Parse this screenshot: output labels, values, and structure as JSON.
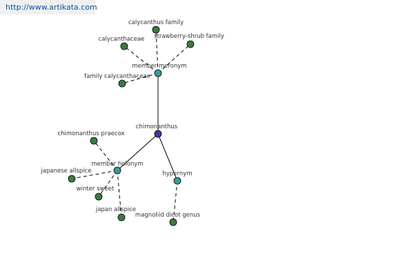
{
  "source": {
    "text": "http://www.artikata.com"
  },
  "colors": {
    "center_node": "#3d3d99",
    "relation_node": "#3d9999",
    "leaf_node": "#3d7a3d",
    "node_outline": "#000000"
  },
  "nodes": [
    {
      "id": "chimonanthus",
      "label": "chimonanthus",
      "kind": "center"
    },
    {
      "id": "member-meronym",
      "label": "member meronym",
      "kind": "relation"
    },
    {
      "id": "member-holonym",
      "label": "member holonym",
      "kind": "relation"
    },
    {
      "id": "hypernym",
      "label": "hypernym",
      "kind": "relation"
    },
    {
      "id": "calycanthus-family",
      "label": "calycanthus family",
      "kind": "leaf"
    },
    {
      "id": "calycanthaceae",
      "label": "calycanthaceae",
      "kind": "leaf"
    },
    {
      "id": "strawberry-shrub-family",
      "label": "strawberry-shrub family",
      "kind": "leaf"
    },
    {
      "id": "family-calycanthaceae",
      "label": "family calycanthaceae",
      "kind": "leaf"
    },
    {
      "id": "chimonanthus-praecox",
      "label": "chimonanthus praecox",
      "kind": "leaf"
    },
    {
      "id": "japanese-allspice",
      "label": "japanese allspice",
      "kind": "leaf"
    },
    {
      "id": "winter-sweet",
      "label": "winter sweet",
      "kind": "leaf"
    },
    {
      "id": "japan-allspice",
      "label": "japan allspice",
      "kind": "leaf"
    },
    {
      "id": "magnoliid-dicot-genus",
      "label": "magnoliid dicot genus",
      "kind": "leaf"
    }
  ],
  "edges": [
    {
      "from": "chimonanthus",
      "to": "member-meronym",
      "style": "solid"
    },
    {
      "from": "chimonanthus",
      "to": "member-holonym",
      "style": "solid"
    },
    {
      "from": "chimonanthus",
      "to": "hypernym",
      "style": "solid"
    },
    {
      "from": "member-meronym",
      "to": "calycanthus-family",
      "style": "dashed"
    },
    {
      "from": "member-meronym",
      "to": "calycanthaceae",
      "style": "dashed"
    },
    {
      "from": "member-meronym",
      "to": "strawberry-shrub-family",
      "style": "dashed"
    },
    {
      "from": "member-meronym",
      "to": "family-calycanthaceae",
      "style": "dashed"
    },
    {
      "from": "member-holonym",
      "to": "chimonanthus-praecox",
      "style": "dashed"
    },
    {
      "from": "member-holonym",
      "to": "japanese-allspice",
      "style": "dashed"
    },
    {
      "from": "member-holonym",
      "to": "winter-sweet",
      "style": "dashed"
    },
    {
      "from": "member-holonym",
      "to": "japan-allspice",
      "style": "dashed"
    },
    {
      "from": "hypernym",
      "to": "magnoliid-dicot-genus",
      "style": "dashed"
    }
  ]
}
